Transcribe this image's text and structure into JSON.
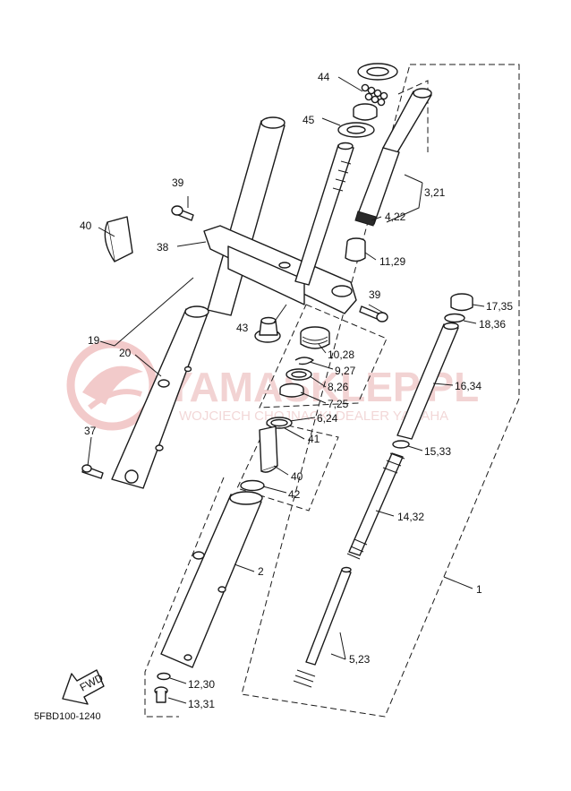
{
  "watermark": {
    "brand": "YAMASKLEP.PL",
    "tagline": "WOJCIECH CHOJNACKI DEALER YAMAHA",
    "color": "#e8b0b0"
  },
  "fwd_label": "FWD",
  "figure_code": "5FBD100-1240",
  "callouts": {
    "c44": "44",
    "c45": "45",
    "c3_21": "3,21",
    "c4_22": "4,22",
    "c11_29": "11,29",
    "c39a": "39",
    "c39b": "39",
    "c40a": "40",
    "c40b": "40",
    "c38": "38",
    "c17_35": "17,35",
    "c18_36": "18,36",
    "c43": "43",
    "c10_28": "10,28",
    "c9_27": "9,27",
    "c8_26": "8,26",
    "c7_25": "7,25",
    "c6_24": "6,24",
    "c16_34": "16,34",
    "c19": "19",
    "c20": "20",
    "c37": "37",
    "c41": "41",
    "c42": "42",
    "c15_33": "15,33",
    "c14_32": "14,32",
    "c2": "2",
    "c1": "1",
    "c5_23": "5,23",
    "c12_30": "12,30",
    "c13_31": "13,31"
  },
  "colors": {
    "line": "#1a1a1a",
    "background": "#ffffff"
  }
}
